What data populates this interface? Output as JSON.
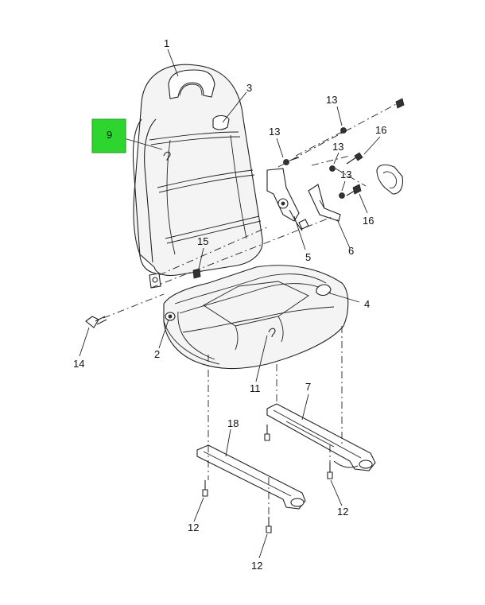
{
  "diagram": {
    "highlight_color": "#2ed52e",
    "callouts": {
      "c1": "1",
      "c2": "2",
      "c3": "3",
      "c4": "4",
      "c5": "5",
      "c6": "6",
      "c7": "7",
      "c9": "9",
      "c11": "11",
      "c12a": "12",
      "c12b": "12",
      "c12c": "12",
      "c13a": "13",
      "c13b": "13",
      "c13c": "13",
      "c13d": "13",
      "c14": "14",
      "c15": "15",
      "c16a": "16",
      "c16b": "16",
      "c18": "18"
    }
  }
}
